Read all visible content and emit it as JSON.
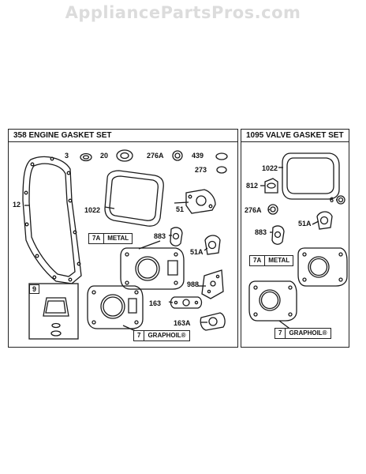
{
  "watermark": "AppliancePartsPros.com",
  "engine_set": {
    "title": "358  ENGINE GASKET SET",
    "labels": {
      "p3": "3",
      "p20": "20",
      "p276a": "276A",
      "p439": "439",
      "p273": "273",
      "p12": "12",
      "p1022": "1022",
      "p51": "51",
      "p883": "883",
      "p51a": "51A",
      "p988": "988",
      "p163": "163",
      "p163a": "163A",
      "p9": "9"
    },
    "metal": {
      "num": "7A",
      "text": "METAL"
    },
    "graphoil": {
      "num": "7",
      "text": "GRAPHOIL®"
    }
  },
  "valve_set": {
    "title": "1095 VALVE GASKET SET",
    "labels": {
      "p1022": "1022",
      "p812": "812",
      "p6": "6",
      "p276a": "276A",
      "p51a": "51A",
      "p883": "883"
    },
    "metal": {
      "num": "7A",
      "text": "METAL"
    },
    "graphoil": {
      "num": "7",
      "text": "GRAPHOIL®"
    }
  }
}
